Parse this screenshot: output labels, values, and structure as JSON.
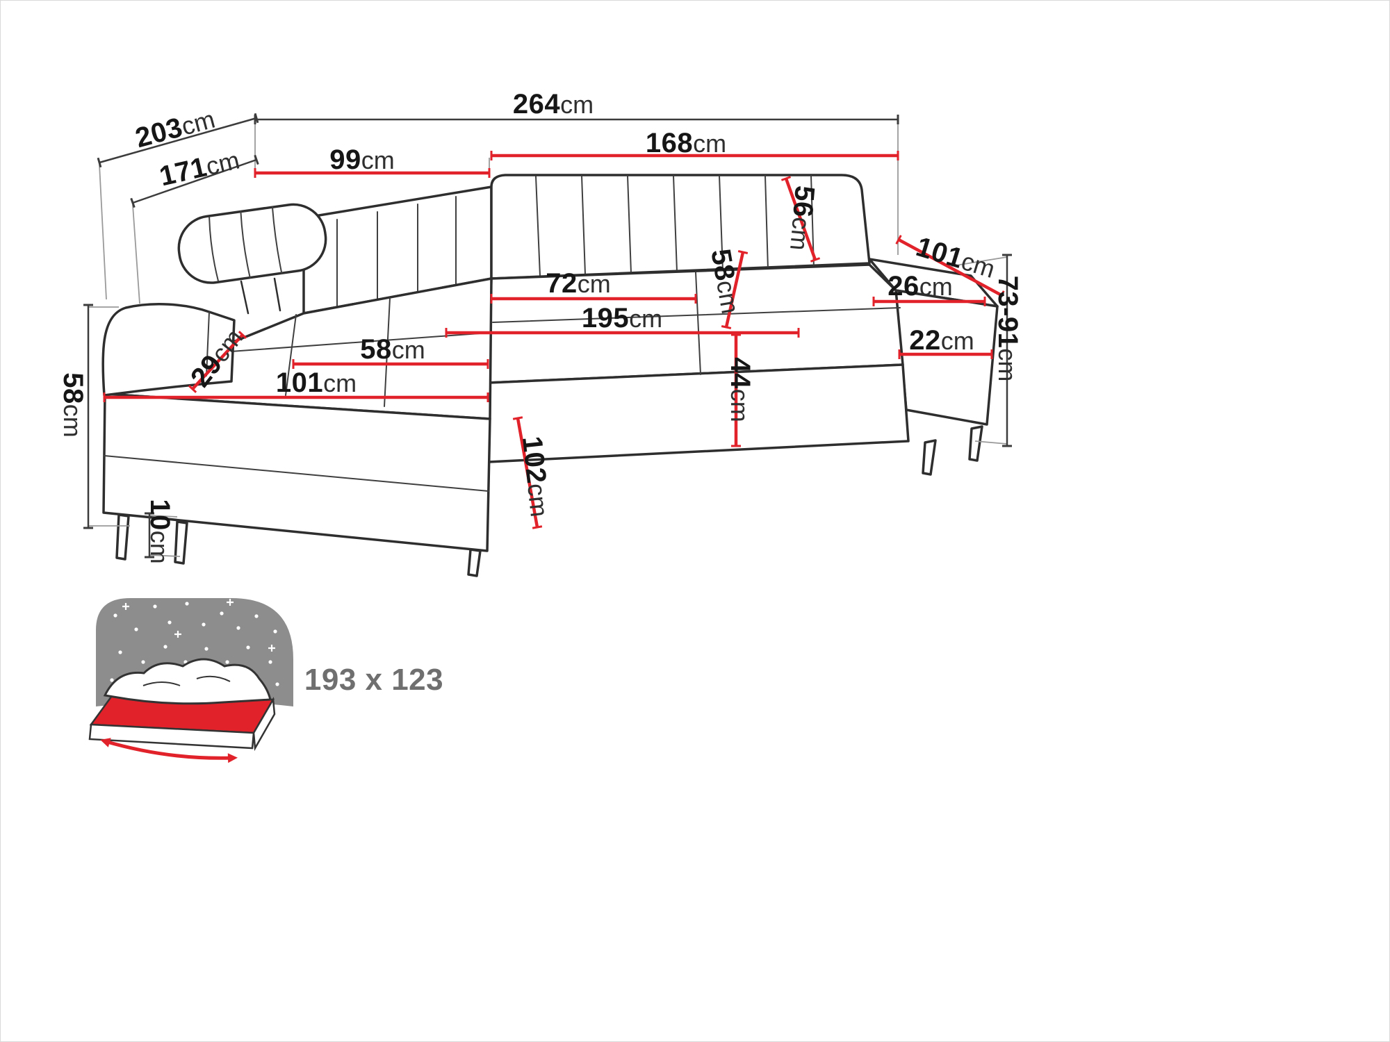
{
  "diagram": {
    "name": "corner-sofa-dimension-diagram",
    "unit": "cm",
    "colors": {
      "dimension_red": "#e1222a",
      "outline_dark": "#2e2e2e",
      "label_black": "#161616",
      "muted_gray": "#6f6f6f",
      "icon_gray": "#8d8d8d"
    },
    "dimensions": {
      "total_width": {
        "value": "264",
        "unit": "cm"
      },
      "total_depth": {
        "value": "203",
        "unit": "cm"
      },
      "inner_depth": {
        "value": "171",
        "unit": "cm"
      },
      "corner_back_width": {
        "value": "99",
        "unit": "cm"
      },
      "back_width": {
        "value": "168",
        "unit": "cm"
      },
      "backrest_height": {
        "value": "56",
        "unit": "cm"
      },
      "armrest_length": {
        "value": "101",
        "unit": "cm"
      },
      "armrest_top_width": {
        "value": "26",
        "unit": "cm"
      },
      "height_range": {
        "value": "73-91",
        "unit": "cm"
      },
      "back_seat_depth": {
        "value": "72",
        "unit": "cm"
      },
      "back_cushion_height": {
        "value": "58",
        "unit": "cm"
      },
      "seat_length": {
        "value": "195",
        "unit": "cm"
      },
      "armrest_width": {
        "value": "22",
        "unit": "cm"
      },
      "chaise_cushion_width": {
        "value": "58",
        "unit": "cm"
      },
      "chaise_arm_width": {
        "value": "29",
        "unit": "cm"
      },
      "chaise_width": {
        "value": "101",
        "unit": "cm"
      },
      "seat_front_height": {
        "value": "44",
        "unit": "cm"
      },
      "seat_height": {
        "value": "58",
        "unit": "cm"
      },
      "leg_height": {
        "value": "10",
        "unit": "cm"
      },
      "chaise_depth": {
        "value": "102",
        "unit": "cm"
      }
    },
    "sleeping_area": {
      "label": "193 x 123"
    }
  }
}
